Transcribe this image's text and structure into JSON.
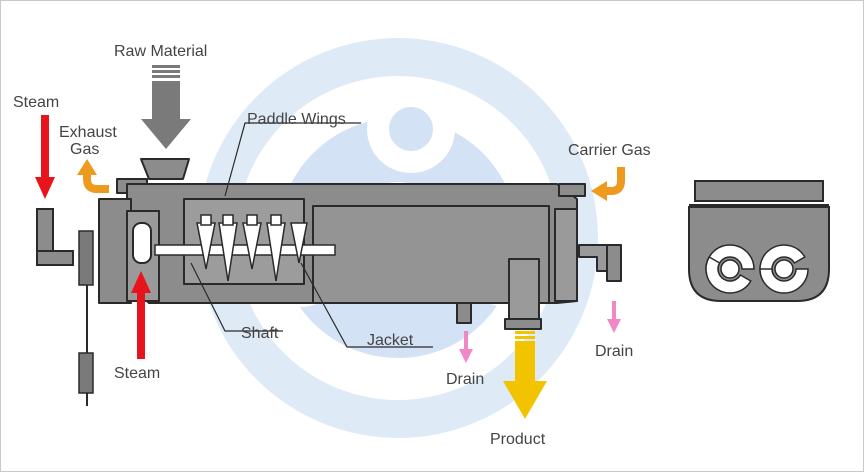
{
  "labels": {
    "raw_material": "Raw Material",
    "steam_left": "Steam",
    "exhaust_gas_line1": "Exhaust",
    "exhaust_gas_line2": "Gas",
    "paddle_wings": "Paddle Wings",
    "carrier_gas": "Carrier Gas",
    "shaft": "Shaft",
    "jacket": "Jacket",
    "steam_bottom": "Steam",
    "drain_center": "Drain",
    "drain_right": "Drain",
    "product": "Product"
  },
  "colors": {
    "steam_arrow": "#e8141b",
    "gas_arrow": "#ee9a1e",
    "product_arrow": "#f2c400",
    "drain_arrow": "#f088c8",
    "raw_material_arrow": "#7a7a7a",
    "body_fill": "#8c8c8c",
    "body_light": "#9a9a9a",
    "outline": "#2a2a2a",
    "watermark": "#d6e4f5",
    "label_text": "#444444"
  }
}
